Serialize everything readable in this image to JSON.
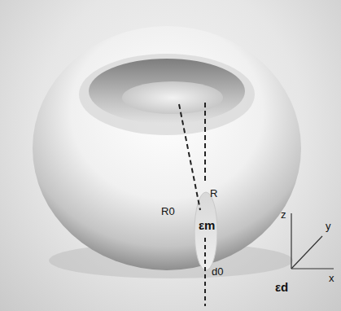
{
  "diagram": {
    "labels": [
      "R0",
      "R",
      "εm",
      "d0",
      "z",
      "y",
      "x",
      "εd"
    ]
  }
}
